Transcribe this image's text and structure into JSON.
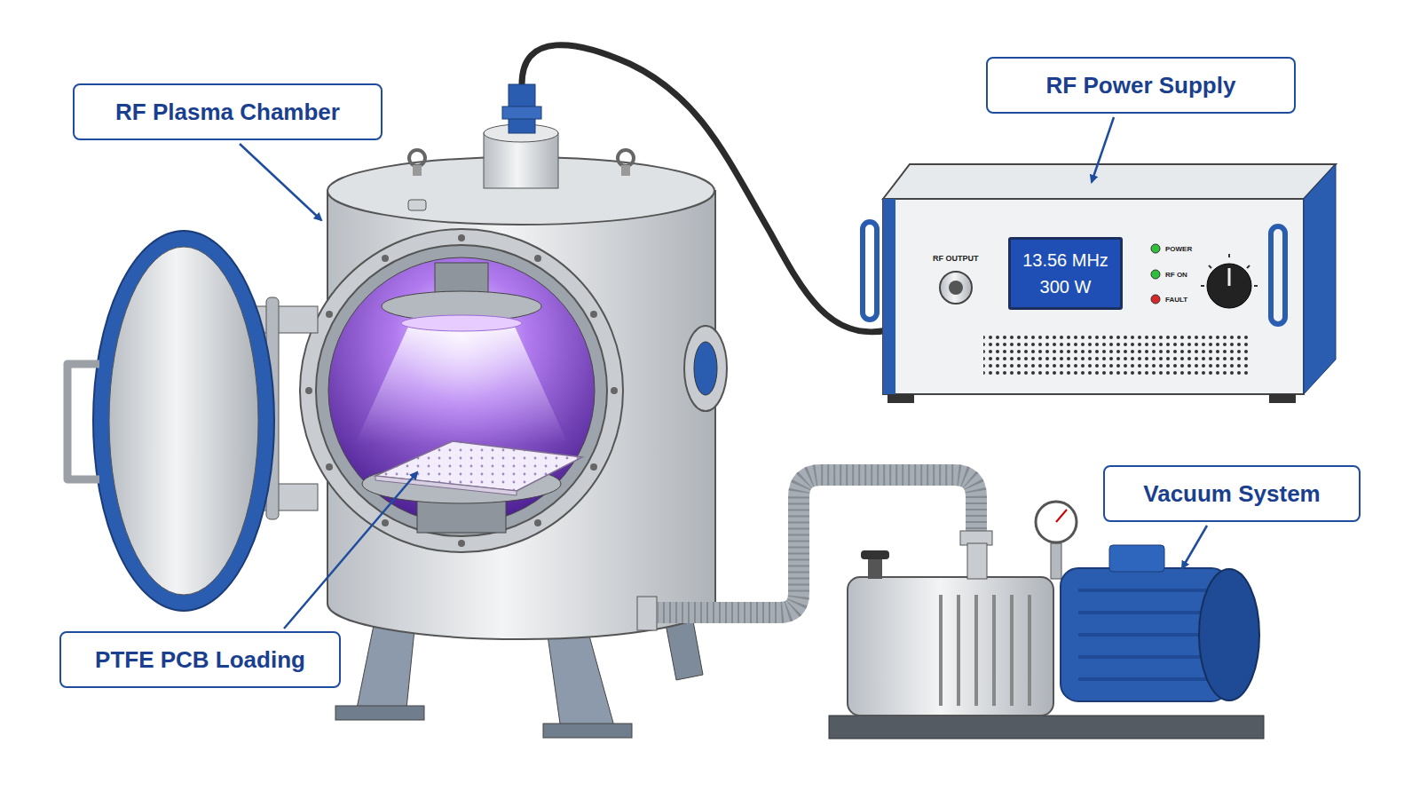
{
  "diagram": {
    "nodes": [
      {
        "text": [
          "RF Plasma Chamber"
        ]
      },
      {
        "text": [
          "RF Power Supply"
        ]
      },
      {
        "text": [
          "13.56 MHz",
          "300 W"
        ]
      },
      {
        "text": [
          "Vacuum System"
        ]
      },
      {
        "text": [
          "PTFE PCB Loading"
        ]
      }
    ],
    "labels": [
      "RF OUTPUT",
      "POWER",
      "RF ON",
      "FAULT"
    ]
  }
}
